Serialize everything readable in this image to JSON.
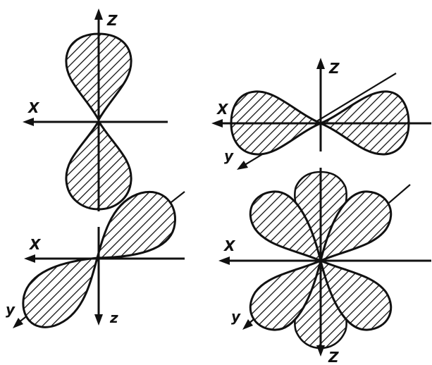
{
  "labels": {
    "z": "Z",
    "x": "X",
    "y": "y",
    "z_small": "z"
  }
}
